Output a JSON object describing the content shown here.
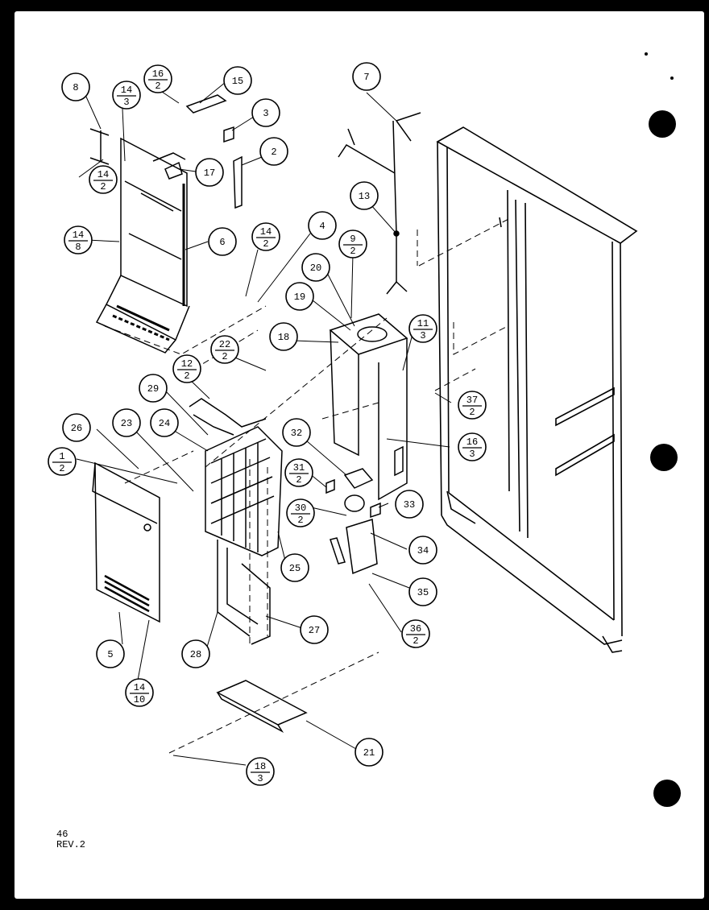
{
  "footer": {
    "page_number": "46",
    "revision": "REV.2"
  },
  "callouts": [
    {
      "num": "8"
    },
    {
      "num": "14",
      "den": "3"
    },
    {
      "num": "16",
      "den": "2"
    },
    {
      "num": "15"
    },
    {
      "num": "3"
    },
    {
      "num": "2"
    },
    {
      "num": "17"
    },
    {
      "num": "14",
      "den": "2"
    },
    {
      "num": "14",
      "den": "8"
    },
    {
      "num": "6"
    },
    {
      "num": "7"
    },
    {
      "num": "13"
    },
    {
      "num": "4"
    },
    {
      "num": "14",
      "den": "2"
    },
    {
      "num": "9",
      "den": "2"
    },
    {
      "num": "20"
    },
    {
      "num": "19"
    },
    {
      "num": "18"
    },
    {
      "num": "11",
      "den": "3"
    },
    {
      "num": "22",
      "den": "2"
    },
    {
      "num": "12",
      "den": "2"
    },
    {
      "num": "29"
    },
    {
      "num": "37",
      "den": "2"
    },
    {
      "num": "26"
    },
    {
      "num": "23"
    },
    {
      "num": "24"
    },
    {
      "num": "16",
      "den": "3"
    },
    {
      "num": "1",
      "den": "2"
    },
    {
      "num": "32"
    },
    {
      "num": "31",
      "den": "2"
    },
    {
      "num": "33"
    },
    {
      "num": "30",
      "den": "2"
    },
    {
      "num": "34"
    },
    {
      "num": "25"
    },
    {
      "num": "35"
    },
    {
      "num": "27"
    },
    {
      "num": "36",
      "den": "2"
    },
    {
      "num": "5"
    },
    {
      "num": "28"
    },
    {
      "num": "14",
      "den": "10"
    },
    {
      "num": "21"
    },
    {
      "num": "18",
      "den": "3"
    }
  ]
}
